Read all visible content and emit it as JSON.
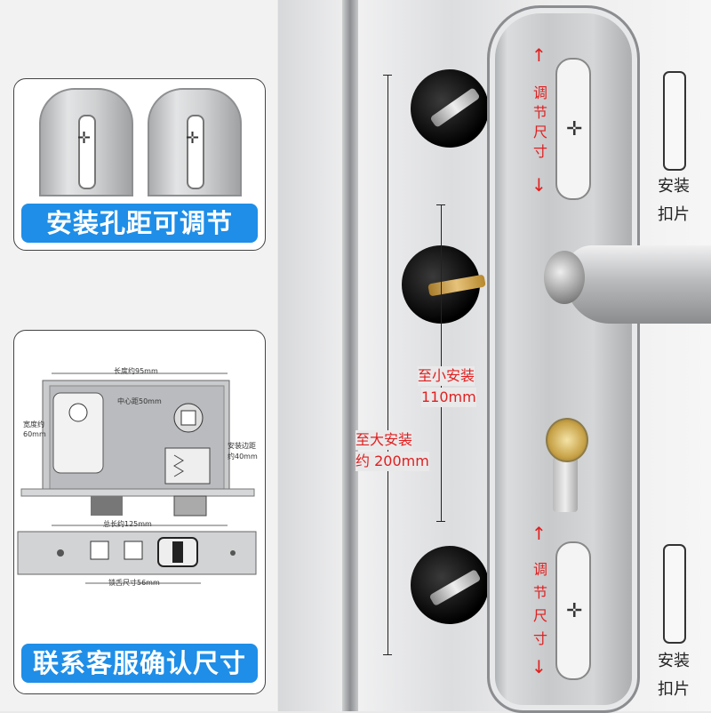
{
  "top_card": {
    "banner_text": "安装孔距可调节",
    "banner_color": "#1e8ee8"
  },
  "bottom_card": {
    "banner_text": "联系客服确认尺寸",
    "banner_color": "#1e8ee8",
    "lock_body": {
      "length_label": "长度约95mm",
      "center_label": "中心距50mm",
      "width_label_line1": "宽度约",
      "width_label_line2": "60mm",
      "edge_label_line1": "安装边距",
      "edge_label_line2": "约40mm"
    },
    "faceplate": {
      "total_label": "总长约125mm",
      "tongue_label": "锁舌尺寸56mm"
    }
  },
  "right_panel": {
    "adjust_top": [
      "调",
      "节",
      "尺",
      "寸"
    ],
    "adjust_bottom": [
      "调",
      "节",
      "尺",
      "寸"
    ],
    "min_label_line1": "至小安装",
    "min_label_line2": "110mm",
    "max_label_line1": "至大安装",
    "max_label_line2": "约 200mm",
    "tab_label_line1": "安装",
    "tab_label_line2": "扣片",
    "tab2_label_line1": "安装",
    "tab2_label_line2": "扣片",
    "accent_red": "#e02020"
  }
}
